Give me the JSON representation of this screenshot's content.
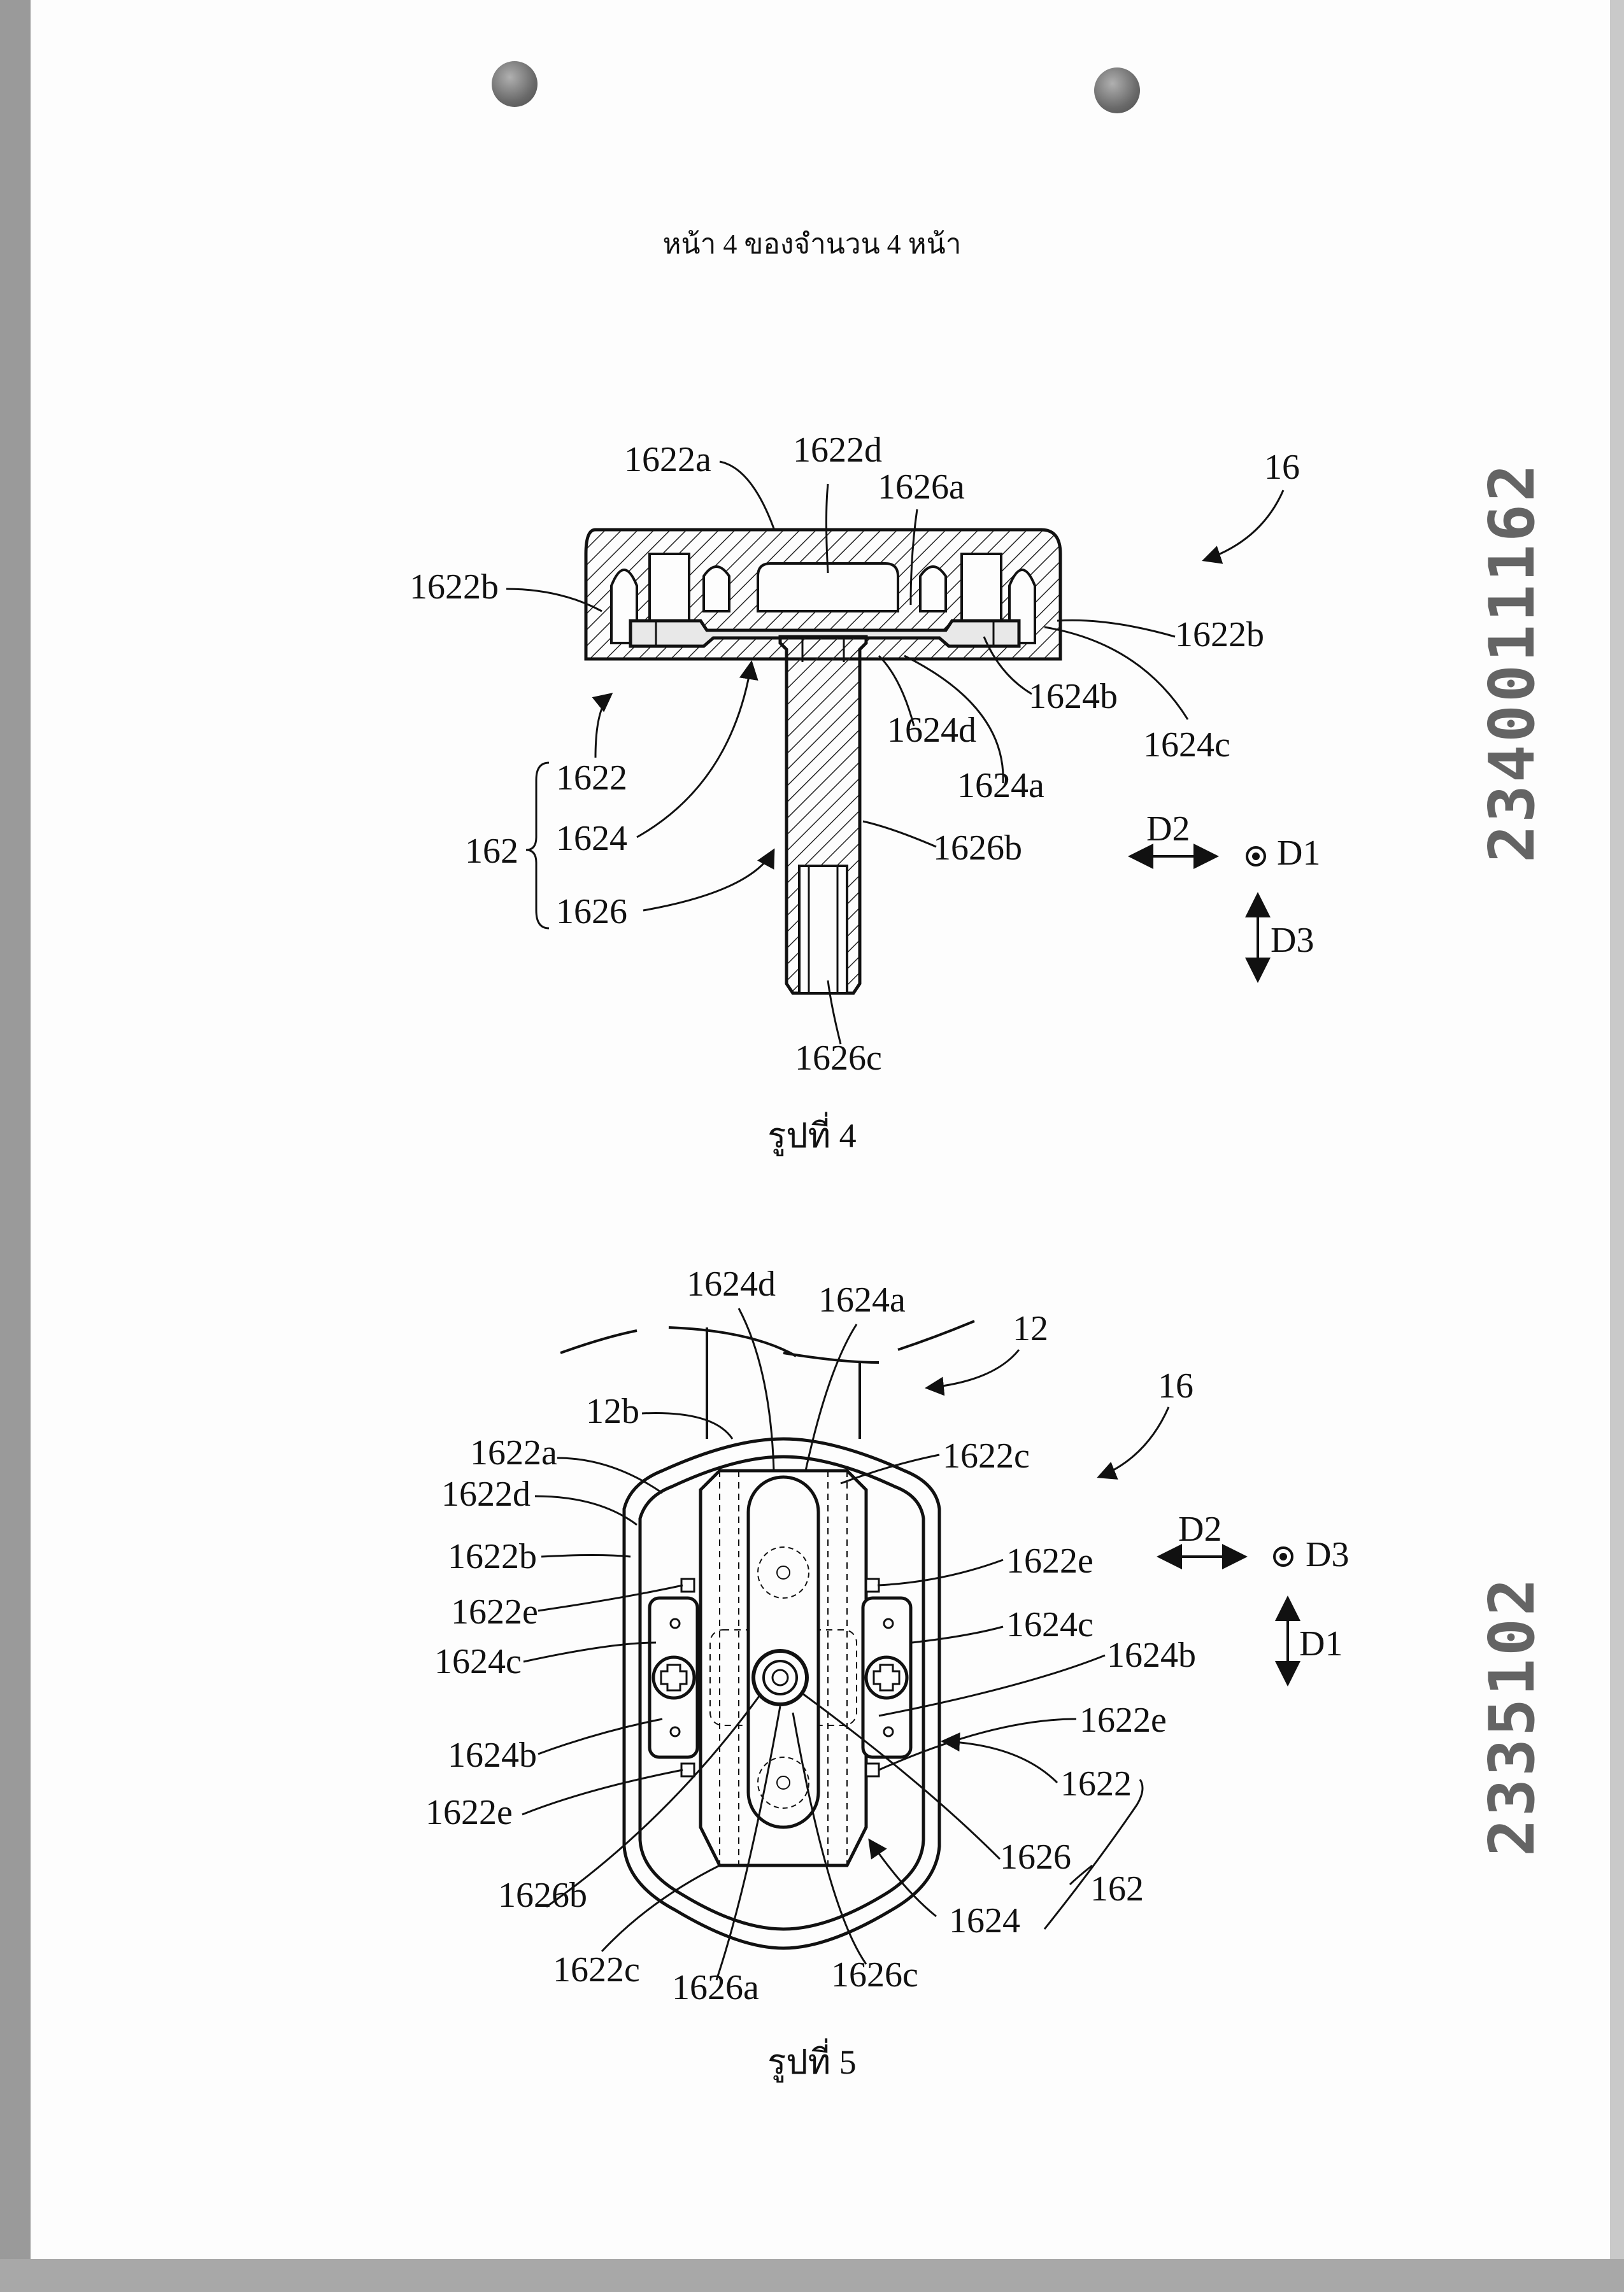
{
  "page_header": "หน้า 4 ของจำนวน 4 หน้า",
  "stamp_top": "2340011162",
  "stamp_bottom": "2335102",
  "figure4": {
    "caption": "รูปที่ 4",
    "labels": {
      "l1622a": "1622a",
      "l1622d": "1622d",
      "l1626a": "1626a",
      "l16": "16",
      "l1622b_left": "1622b",
      "l1622b_right": "1622b",
      "l1624b": "1624b",
      "l1624c": "1624c",
      "l1624d": "1624d",
      "l1624a": "1624a",
      "l1622": "1622",
      "l1624": "1624",
      "l1626": "1626",
      "l162": "162",
      "l1626b": "1626b",
      "l1626c": "1626c",
      "d1": "D1",
      "d2": "D2",
      "d3": "D3"
    }
  },
  "figure5": {
    "caption": "รูปที่ 5",
    "labels": {
      "l1624d": "1624d",
      "l1624a": "1624a",
      "l12": "12",
      "l16": "16",
      "l12b": "12b",
      "l1622a": "1622a",
      "l1622c_top": "1622c",
      "l1622d": "1622d",
      "l1622b": "1622b",
      "l1622e_r1": "1622e",
      "l1622e_l1": "1622e",
      "l1624c_r": "1624c",
      "l1624c_l": "1624c",
      "l1624b_r": "1624b",
      "l1622e_r2": "1622e",
      "l1624b_l": "1624b",
      "l1622": "1622",
      "l1622e_l2": "1622e",
      "l1626": "1626",
      "l162": "162",
      "l1626b": "1626b",
      "l1624": "1624",
      "l1622c_bot": "1622c",
      "l1626a": "1626a",
      "l1626c": "1626c",
      "d2": "D2",
      "d3": "D3",
      "d1": "D1"
    }
  }
}
